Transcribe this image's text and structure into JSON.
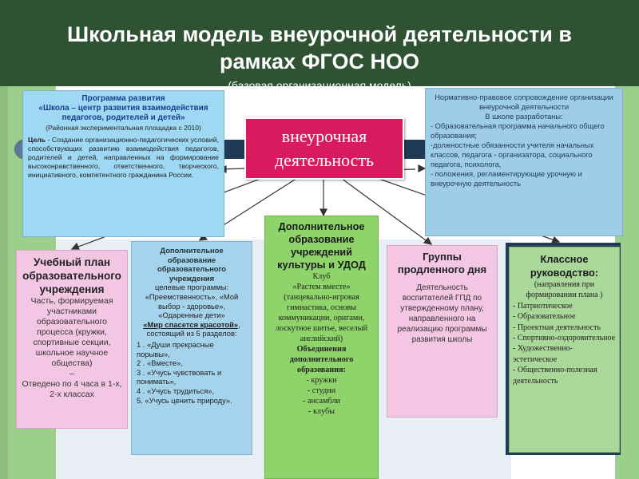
{
  "header": {
    "line1": "Школьная модель внеурочной деятельности в",
    "line2": "рамках ФГОС НОО",
    "subtitle": "(базовая организационная модель)"
  },
  "center": {
    "line1": "внеурочная",
    "line2": "деятельность"
  },
  "program": {
    "title1": "Программа развития",
    "title2": "«Школа – центр развития взаимодействия педагогов, родителей и детей»",
    "subtitle": "(Районная экспериментальная площадка с 2010)",
    "goal_label": "Цель",
    "goal_text": "- Создание организационно-педагогических условий, способствующих развитию взаимодействия педагогов, родителей и детей, направленных на формирование высоконравственного, ответственного, творческого, инициативного, компетентного гражданина России."
  },
  "normative": {
    "title": "Нормативно-правовое сопровождение организации внеурочной деятельности",
    "intro": "В школе разработаны:",
    "items": [
      "- Образовательная программа начального общего образования;",
      "-должностные обязанности учителя начальных классов, педагога - организатора, социального педагога, психолога,",
      "- положения, регламентирующие урочную и внеурочную деятельность"
    ]
  },
  "plan": {
    "title": "Учебный план образовательного учреждения",
    "text": "Часть, формируемая участниками образовательного процесса (кружки, спортивные секции, школьное научное общества)",
    "dash": "–",
    "hours": "Отведено по 4 часа в 1-х, 2-х классах"
  },
  "dop": {
    "title": "Дополнительное образование образовательного учреждения",
    "programs_label": "целевые программы:",
    "programs": "«Преемственность», «Мой выбор - здоровье», «Одаренные дети»",
    "mir": "«Мир спасется красотой»",
    "mir_rest": ", состоящий из 5 разделов:",
    "sections": [
      "1 . «Души прекрасные порывы»,",
      "2 . «Вместе»,",
      "3 . «Учусь чувствовать и понимать»,",
      "4 . «Учусь трудиться»,",
      "5. «Учусь ценить природу»."
    ]
  },
  "udod": {
    "title": "Дополнительное образование учреждений культуры и УДОД",
    "club": "Клуб",
    "club_name": "«Растем вместе»",
    "club_desc": "(танцевально-игровая гимнастика, основы коммуникации, оригами, лоскутное шитье, веселый английский)",
    "forms_title": "Объединения дополнительного образования:",
    "forms": [
      "- кружки",
      "- студии",
      "- ансамбли",
      "- клубы"
    ]
  },
  "gpd": {
    "title": "Группы продленного дня",
    "text": "Деятельность воспитателей ГПД по утвержденному плану, направленного на реализацию программы развития школы"
  },
  "classroom": {
    "title": "Классное руководство:",
    "subtitle": "(направления при формировании плана )",
    "items": [
      "- Патриотическое",
      "- Образовательное",
      "- Проектная деятельность",
      "- Спортивно-оздоровительное",
      "- Художественно-эстетическое",
      "- Общественно-полезная деятельность"
    ]
  },
  "colors": {
    "header": "#2f5233",
    "center": "#d91a5e",
    "blue_box": "#9fd8f2",
    "pink_box": "#f3c6e4",
    "green_box": "#8ed46a",
    "band": "#1f3b57"
  }
}
